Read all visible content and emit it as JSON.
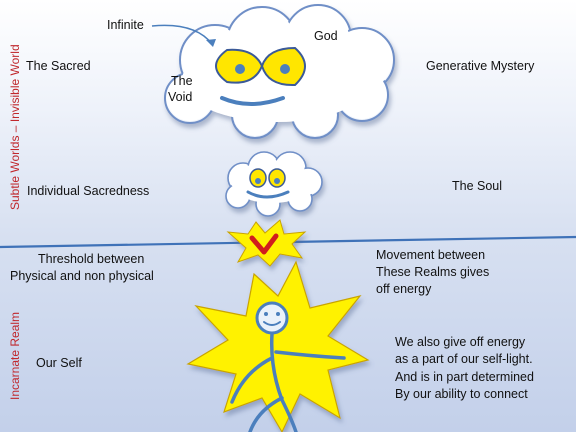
{
  "side_labels": {
    "upper": "Subtle Worlds – Invisible World",
    "lower": "Incarnate Realm"
  },
  "labels": {
    "infinite": "Infinite",
    "god": "God",
    "the": "The",
    "void": "Void",
    "sacred": "The Sacred",
    "generative_mystery": "Generative Mystery",
    "individual_sacredness": "Individual Sacredness",
    "soul": "The Soul",
    "threshold_line1": "Threshold between",
    "threshold_line2": "Physical and non physical",
    "movement_line1": "Movement between",
    "movement_line2": "These Realms gives",
    "movement_line3": "off energy",
    "our_self": "Our Self",
    "energy_line1": "We also give off energy",
    "energy_line2": "as a part of our self-light.",
    "energy_line3": "And is in part determined",
    "energy_line4": "By our ability to connect"
  },
  "colors": {
    "side_label": "#c0282d",
    "cloud_fill": "#ffffff",
    "cloud_outline": "#6f8fc7",
    "eye_fill": "#ffe600",
    "pupil": "#4b7fbd",
    "star_fill": "#fff200",
    "check": "#d11d1d",
    "threshold_line": "#3f72b8",
    "stick_figure": "#4b7fbd"
  }
}
